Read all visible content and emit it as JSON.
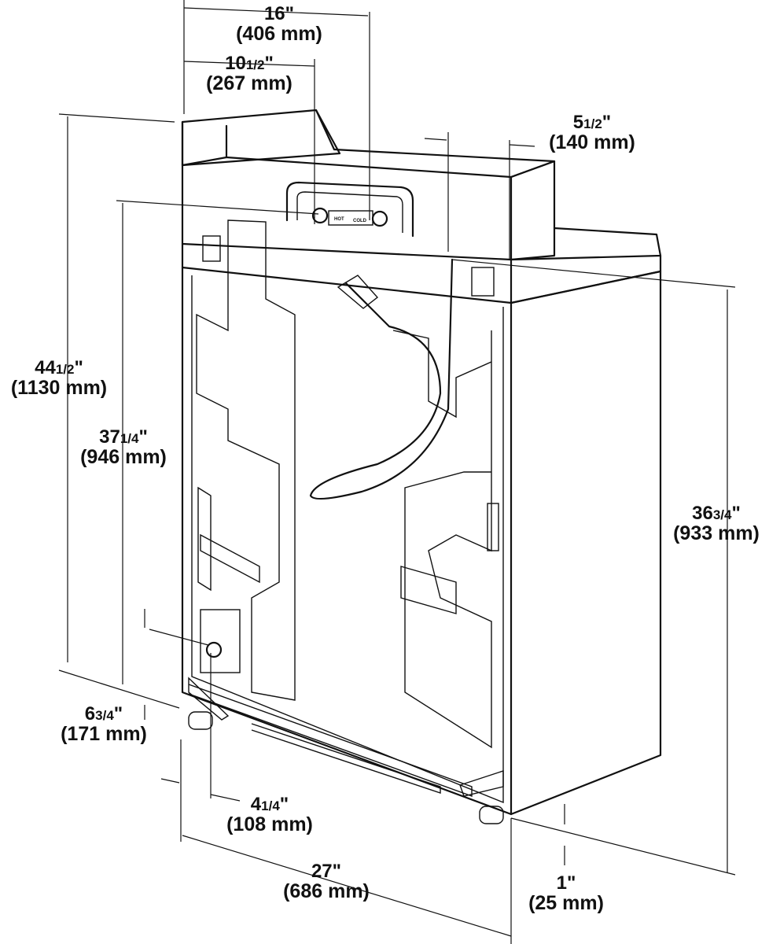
{
  "dimensions": {
    "overall_width_top": {
      "whole": "16",
      "frac": "",
      "unit": "\"",
      "metric": "(406 mm)"
    },
    "inlet_offset": {
      "whole": "10",
      "frac": "1/2",
      "unit": "\"",
      "metric": "(267 mm)"
    },
    "console_depth": {
      "whole": "5",
      "frac": "1/2",
      "unit": "\"",
      "metric": "(140 mm)"
    },
    "overall_height": {
      "whole": "44",
      "frac": "1/2",
      "unit": "\"",
      "metric": "(1130 mm)"
    },
    "inlet_height": {
      "whole": "37",
      "frac": "1/4",
      "unit": "\"",
      "metric": "(946 mm)"
    },
    "cabinet_height": {
      "whole": "36",
      "frac": "3/4",
      "unit": "\"",
      "metric": "(933 mm)"
    },
    "drain_height": {
      "whole": "6",
      "frac": "3/4",
      "unit": "\"",
      "metric": "(171 mm)"
    },
    "drain_offset": {
      "whole": "4",
      "frac": "1/4",
      "unit": "\"",
      "metric": "(108 mm)"
    },
    "width": {
      "whole": "27",
      "frac": "",
      "unit": "\"",
      "metric": "(686 mm)"
    },
    "leg_height": {
      "whole": "1",
      "frac": "",
      "unit": "\"",
      "metric": "(25 mm)"
    }
  },
  "labels": {
    "hot": "HOT",
    "cold": "COLD"
  }
}
